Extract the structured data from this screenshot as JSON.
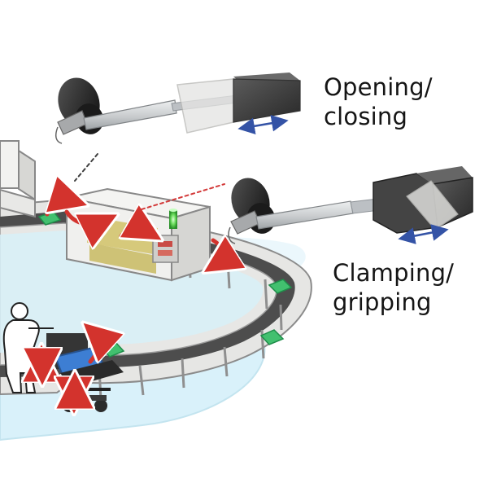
{
  "labels": {
    "opening_closing": [
      "Opening/",
      "closing"
    ],
    "clamping_gripping": [
      "Clamping/",
      "gripping"
    ]
  },
  "colors": {
    "floor": "#d9f1fa",
    "floor_edge": "#c3e4ef",
    "machine": "#f1f1ef",
    "machine_dark": "#d2d2cf",
    "conveyor": "#e5e5e3",
    "belt": "#4b4b4b",
    "actuator_motor": "#222222",
    "actuator_rod": "#cfd1d3",
    "slide_block": "#3e3e3e",
    "rotation_arrow": "#d3332d",
    "motion_arrow": "#3453a6",
    "status_light": "#7de36f",
    "tray": "#42c06f",
    "bin": "#3d7ed3",
    "dashed_line": "#d33a3a"
  },
  "icons": [
    "linear-actuator-icon",
    "worker-silhouette-icon",
    "rotation-arrow-icon",
    "bidirectional-arrow-icon"
  ]
}
